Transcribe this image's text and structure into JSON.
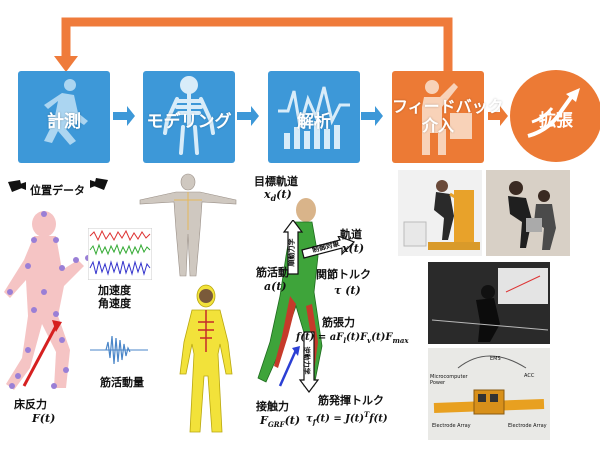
{
  "colors": {
    "blue": "#3d98d8",
    "orange": "#ec7a35",
    "arrow_orange": "#ef7b3b",
    "arrow_blue": "#3d98d8"
  },
  "steps": [
    {
      "label": "計測",
      "icon": "running-person-icon"
    },
    {
      "label": "モデリング",
      "icon": "skeleton-icon"
    },
    {
      "label": "解析",
      "icon": "waveform-icon"
    },
    {
      "label": "フィードバック\n介入",
      "icon": "presenting-person-icon"
    },
    {
      "label": "拡張",
      "icon": "rising-arrow-icon"
    }
  ],
  "measure": {
    "position_label": "位置データ",
    "accel_label": "加速度\n角速度",
    "emg_label": "筋活動量",
    "grf_label": "床反力",
    "grf_symbol": "F(t)"
  },
  "analysis": {
    "target_traj_label": "目標軌道",
    "target_traj_symbol": "x_d(t)",
    "traj_label": "軌道",
    "traj_symbol": "x(t)",
    "muscle_act_label": "筋活動",
    "muscle_act_symbol": "a(t)",
    "joint_torque_label": "関節トルク",
    "joint_torque_symbol": "τ (t)",
    "tension_label": "筋張力",
    "tension_eq": "f(t) = aF_l(t)F_v(t)F_max",
    "muscle_torque_label": "筋発揮トルク",
    "muscle_torque_eq": "τ_f(t) = J(t)^T f(t)",
    "contact_label": "接触力",
    "contact_symbol": "F_GRF(t)",
    "arrow_ctrl_label": "制御対象",
    "arrow_fwd_label": "順動力学",
    "arrow_inv_label": "逆動力学"
  },
  "device": {
    "ems_label": "EMS",
    "mcu_label": "Microcomputer\nPower",
    "acc_label": "ACC",
    "electrode_left_label": "Electrode Array",
    "electrode_right_label": "Electrode Array"
  }
}
